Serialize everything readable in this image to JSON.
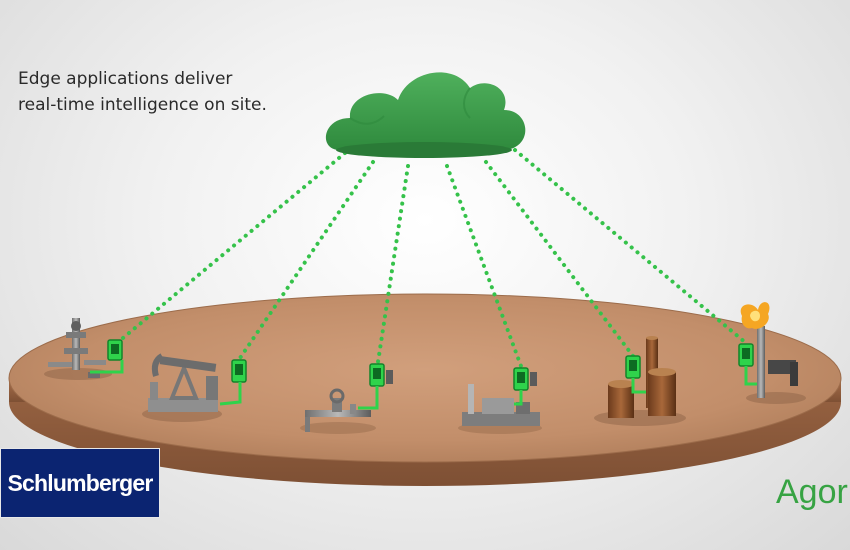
{
  "caption": {
    "line1": "Edge applications deliver",
    "line2": "real-time intelligence on site."
  },
  "logos": {
    "left": "Schlumberger",
    "right": "Agor"
  },
  "colors": {
    "cloud": "#3e9b4c",
    "link": "#35c24a",
    "ground": "#c28e6a",
    "logo_bg": "#0b2471",
    "logo_right": "#37a343"
  },
  "sites": [
    {
      "id": "wellhead",
      "icon": "wellhead-icon"
    },
    {
      "id": "pumpjack",
      "icon": "pumpjack-icon"
    },
    {
      "id": "pipeline-valve",
      "icon": "valve-icon"
    },
    {
      "id": "compressor",
      "icon": "compressor-icon"
    },
    {
      "id": "tank-battery",
      "icon": "tank-icon"
    },
    {
      "id": "flare-stack",
      "icon": "flare-icon"
    }
  ]
}
